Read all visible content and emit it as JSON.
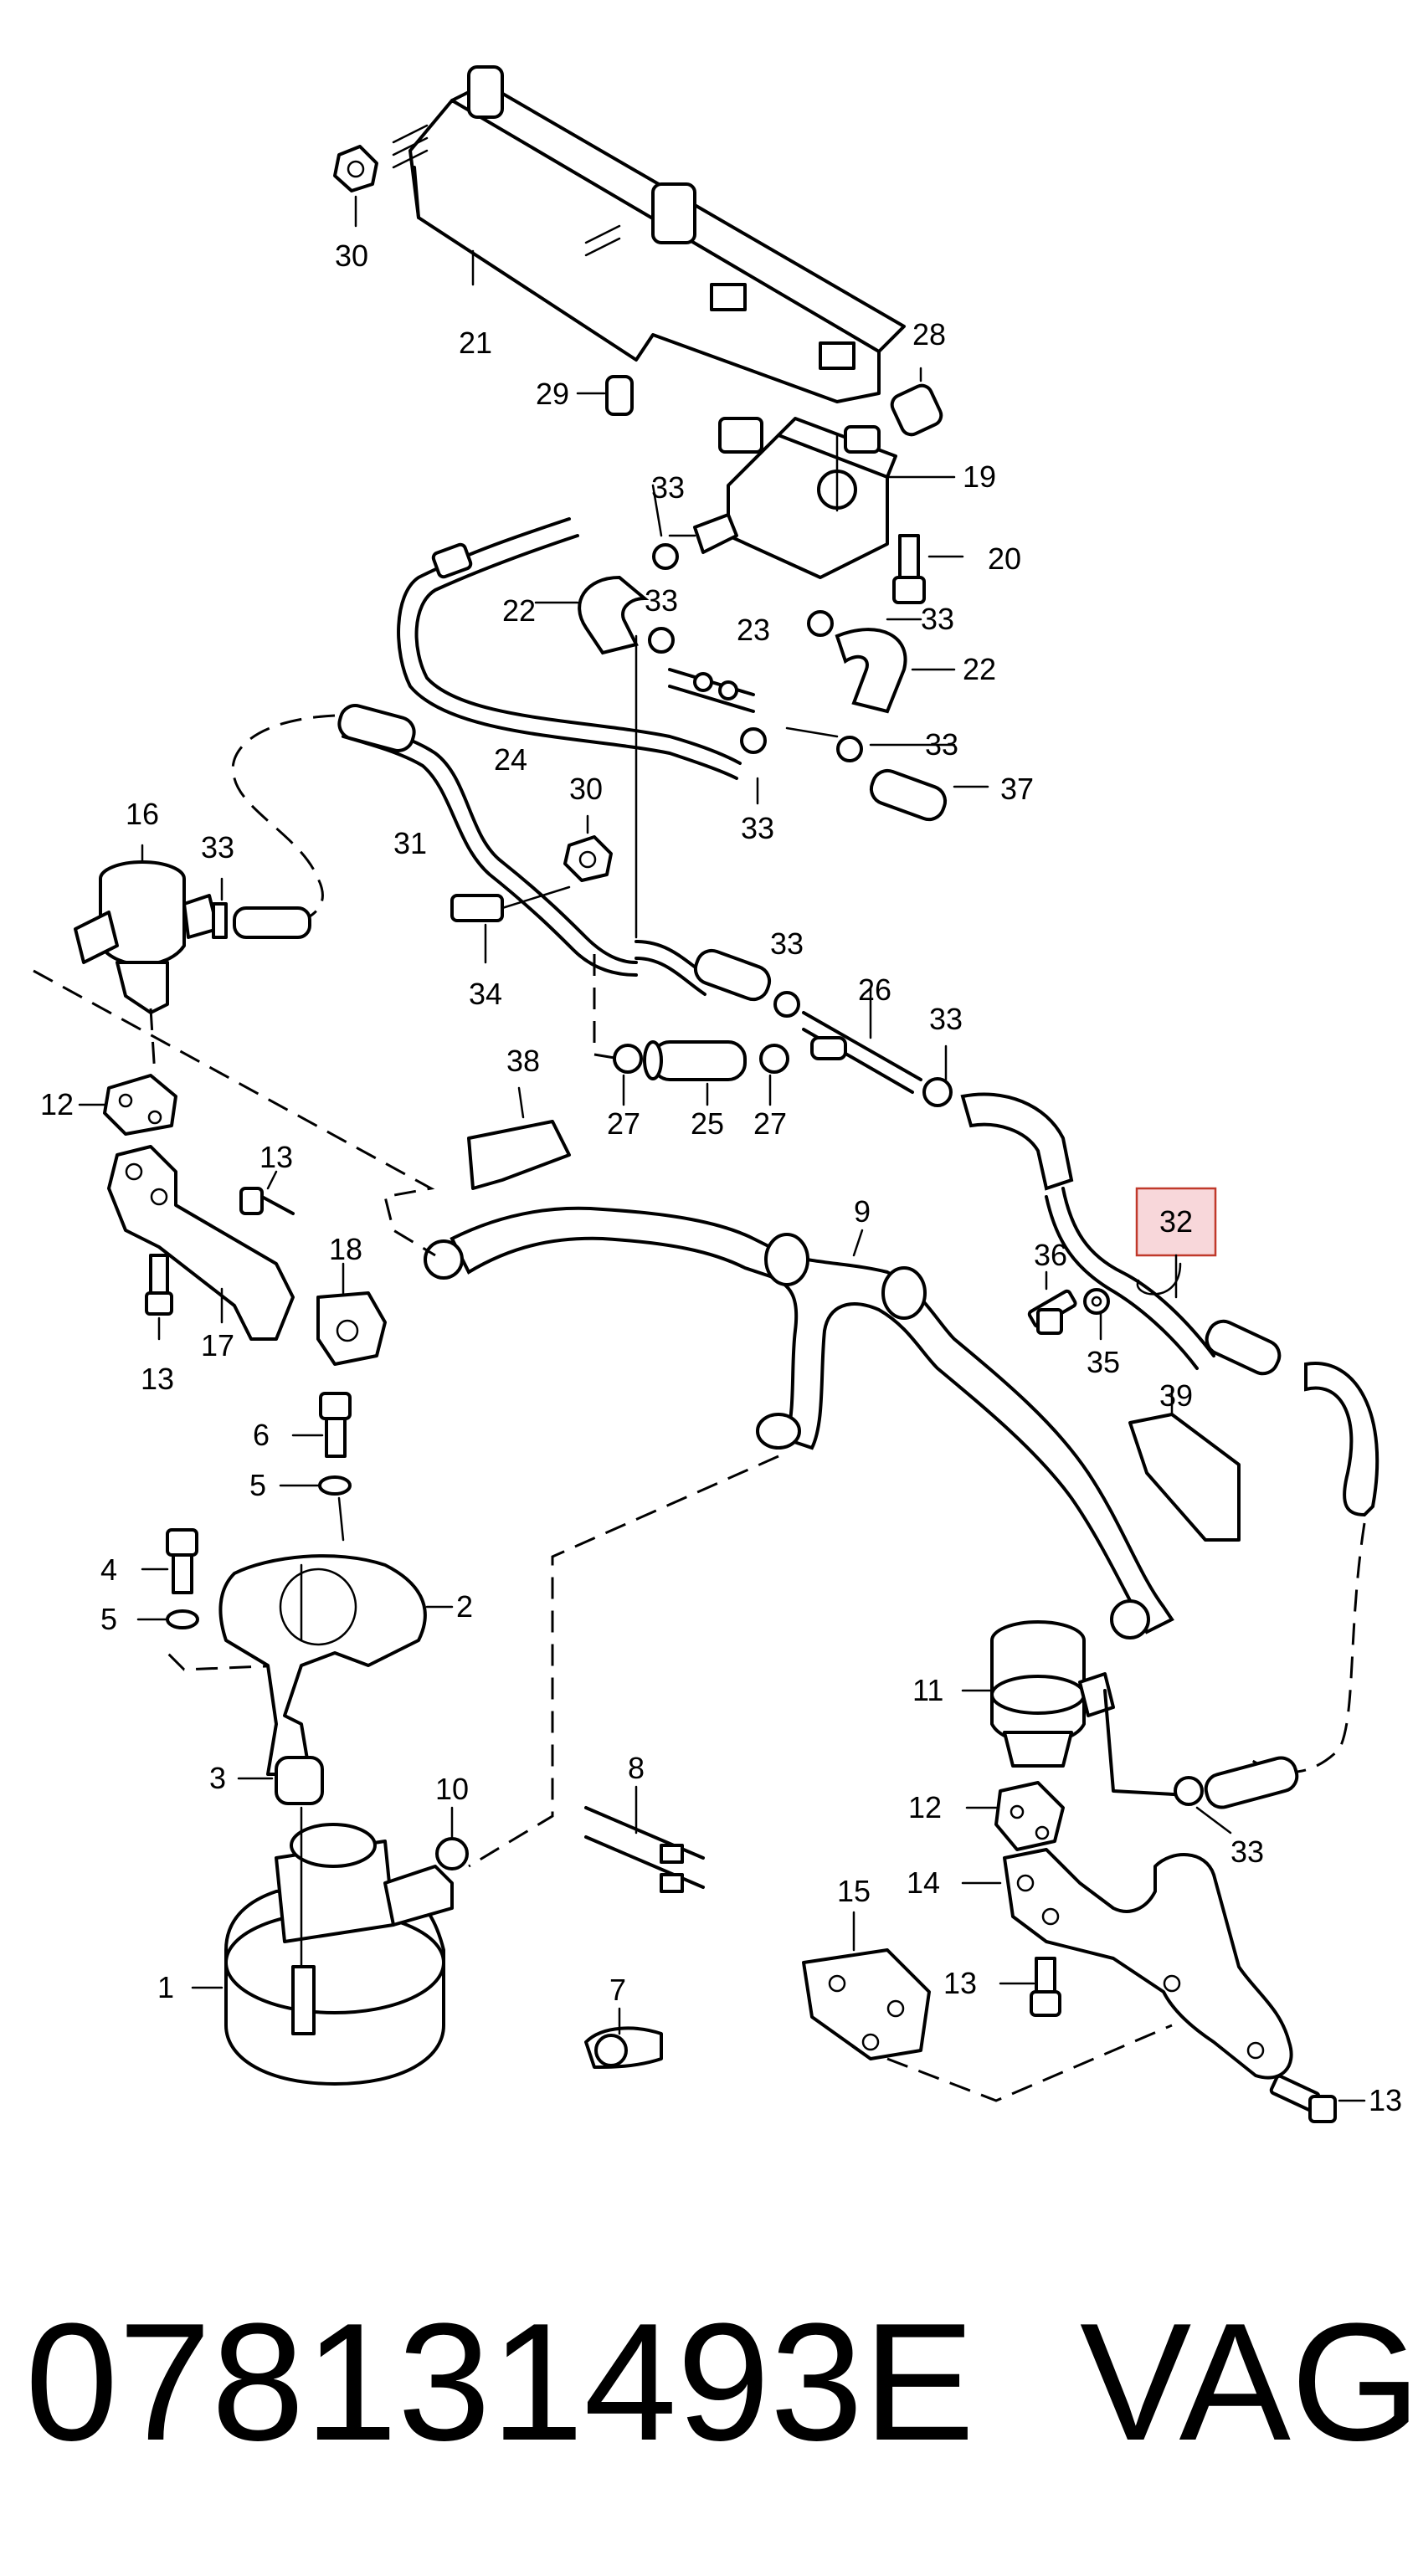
{
  "footer": {
    "part_number": "078131493E",
    "brand": "VAG"
  },
  "highlight": {
    "label": "32",
    "fill": "#f8d7da",
    "stroke": "#c0392b"
  },
  "labels": {
    "l30a": "30",
    "l21": "21",
    "l28": "28",
    "l29": "29",
    "l19": "19",
    "l33a": "33",
    "l20": "20",
    "l22a": "22",
    "l33b": "33",
    "l23": "23",
    "l33c": "33",
    "l22b": "22",
    "l24": "24",
    "l33d": "33",
    "l16": "16",
    "l33e": "33",
    "l30b": "30",
    "l33f": "33",
    "l37": "37",
    "l31": "31",
    "l33g": "33",
    "l26": "26",
    "l34": "34",
    "l33h": "33",
    "l38": "38",
    "l12a": "12",
    "l27a": "27",
    "l25": "25",
    "l27b": "27",
    "l9": "9",
    "l13a": "13",
    "l18": "18",
    "l36": "36",
    "l17": "17",
    "l35": "35",
    "l13b": "13",
    "l39": "39",
    "l6": "6",
    "l5a": "5",
    "l4": "4",
    "l2": "2",
    "l5b": "5",
    "l11": "11",
    "l8": "8",
    "l3": "3",
    "l10": "10",
    "l12b": "12",
    "l33i": "33",
    "l15": "15",
    "l14": "14",
    "l1": "1",
    "l13c": "13",
    "l7": "7",
    "l13d": "13"
  }
}
